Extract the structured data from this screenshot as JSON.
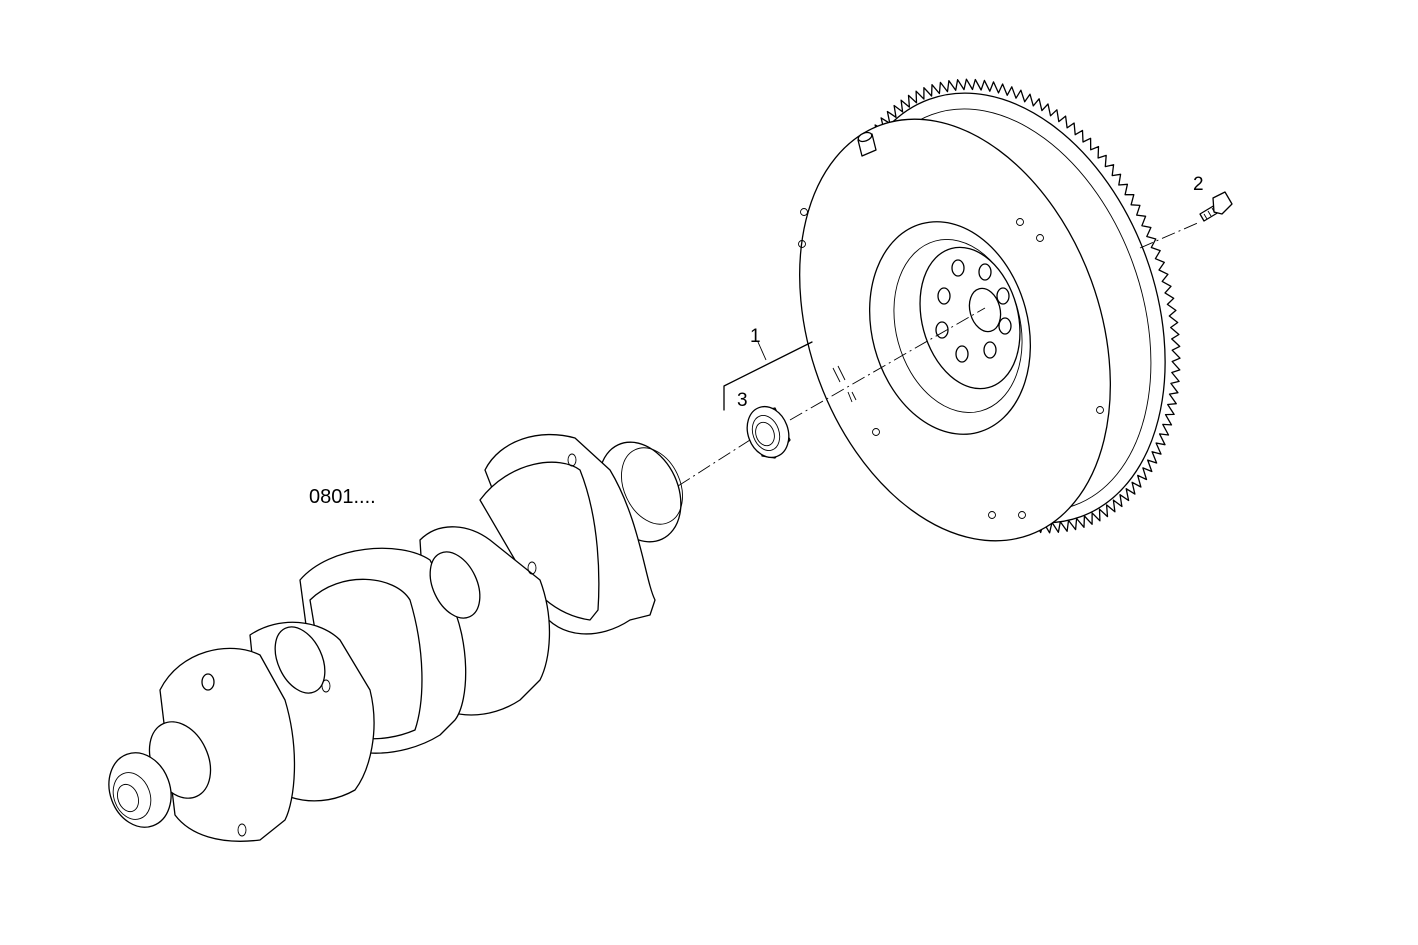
{
  "callouts": [
    {
      "id": "1",
      "label": "1"
    },
    {
      "id": "2",
      "label": "2"
    },
    {
      "id": "3",
      "label": "3"
    }
  ],
  "reference": {
    "label": "0801...."
  },
  "colors": {
    "line": "#000000",
    "background": "#ffffff"
  }
}
